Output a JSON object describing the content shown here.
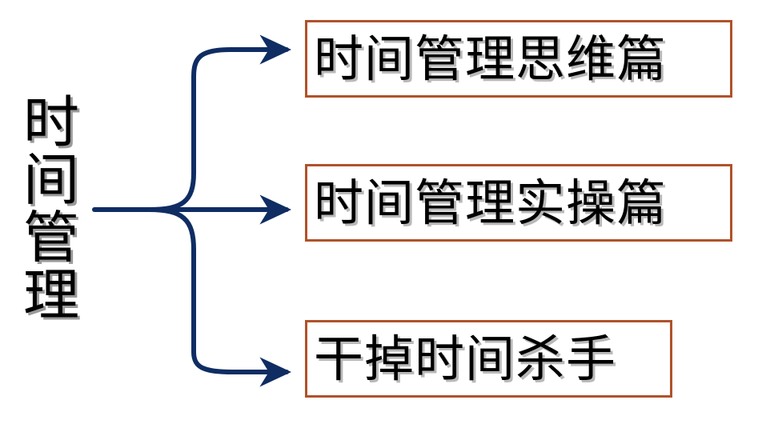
{
  "diagram": {
    "type": "mind-map",
    "root": {
      "label": "时间管理",
      "chars": [
        "时",
        "间",
        "管",
        "理"
      ],
      "orientation": "vertical"
    },
    "branches": [
      {
        "label": "时间管理思维篇",
        "index": 1
      },
      {
        "label": "时间管理实操篇",
        "index": 2
      },
      {
        "label": "干掉时间杀手",
        "index": 3
      }
    ],
    "colors": {
      "box_border": "#b0522a",
      "connector": "#0f2d63",
      "text": "#000000",
      "text_shadow": "#a8a8a8",
      "background": "#ffffff"
    }
  }
}
